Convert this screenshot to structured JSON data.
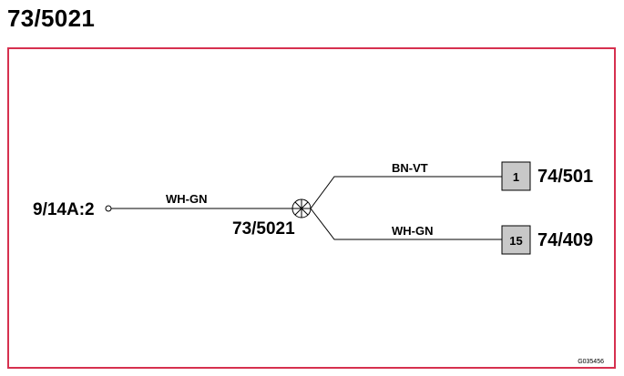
{
  "header": {
    "title": "73/5021"
  },
  "diagram": {
    "source_connector": "9/14A:2",
    "splice": {
      "label": "73/5021"
    },
    "wires": {
      "main": "WH-GN",
      "upper_branch": "BN-VT",
      "lower_branch": "WH-GN"
    },
    "connectors": [
      {
        "pin": "1",
        "label": "74/501"
      },
      {
        "pin": "15",
        "label": "74/409"
      }
    ],
    "figure_code": "G035456"
  },
  "colors": {
    "frame_border": "#d6304f",
    "pin_fill": "#c8c8c8",
    "line": "#000000"
  }
}
